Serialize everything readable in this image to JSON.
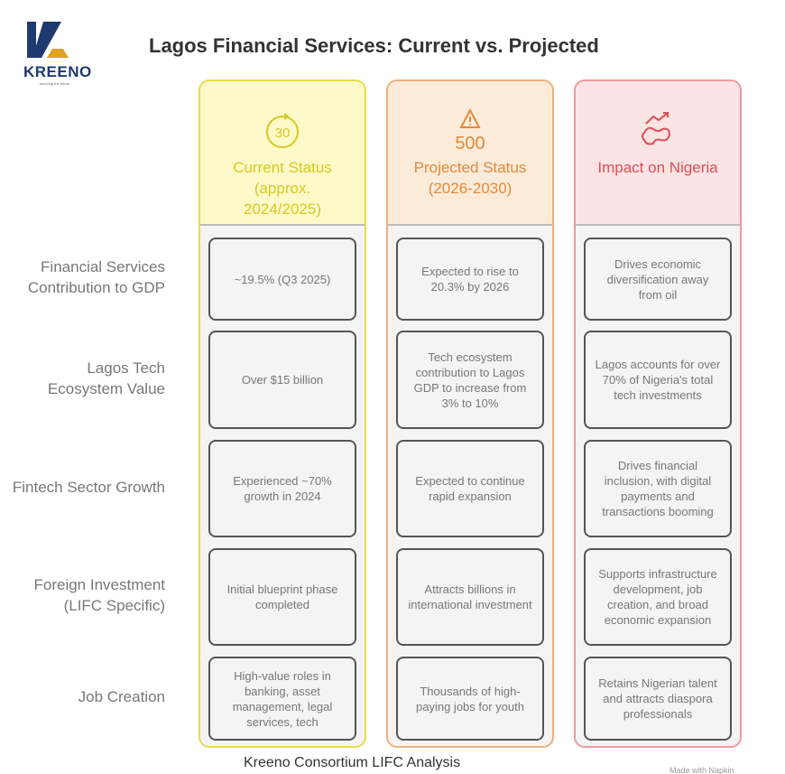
{
  "logo": {
    "name": "KREENO",
    "tagline": "securing the future"
  },
  "title": "Lagos Financial Services: Current vs. Projected",
  "columns": [
    {
      "label": "Current Status (approx. 2024/2025)",
      "icon": "refresh-30-icon",
      "icon_text": "30",
      "color": "#d9c81e",
      "bg": "#fdf9c9",
      "border": "#e9dc4a"
    },
    {
      "label": "Projected Status (2026-2030)",
      "icon": "warning-500-icon",
      "icon_text": "500",
      "color": "#e08a3c",
      "bg": "#fdebd9",
      "border": "#f0b07a"
    },
    {
      "label": "Impact on Nigeria",
      "icon": "growth-map-icon",
      "icon_text": "",
      "color": "#de4d55",
      "bg": "#fde4e4",
      "border": "#ef9a9e"
    }
  ],
  "rows": [
    {
      "label": "Financial Services Contribution to GDP",
      "cells": [
        "~19.5% (Q3 2025)",
        "Expected to rise to 20.3% by 2026",
        "Drives economic diversification away from oil"
      ]
    },
    {
      "label": "Lagos Tech Ecosystem Value",
      "cells": [
        "Over $15 billion",
        "Tech ecosystem contribution to Lagos GDP to increase from 3% to 10%",
        "Lagos accounts for over 70% of Nigeria's total tech investments"
      ]
    },
    {
      "label": "Fintech Sector Growth",
      "cells": [
        "Experienced ~70% growth in 2024",
        "Expected to continue rapid expansion",
        "Drives financial inclusion, with digital payments and transactions booming"
      ]
    },
    {
      "label": "Foreign Investment (LIFC Specific)",
      "cells": [
        "Initial blueprint phase completed",
        "Attracts billions in international investment",
        "Supports infrastructure development, job creation, and broad economic expansion"
      ]
    },
    {
      "label": "Job Creation",
      "cells": [
        "High-value roles in banking, asset management, legal services, tech",
        "Thousands of high-paying jobs for youth",
        "Retains Nigerian talent and attracts diaspora professionals"
      ]
    }
  ],
  "footer": "Kreeno Consortium LIFC Analysis",
  "credit": "Made with Napkin"
}
